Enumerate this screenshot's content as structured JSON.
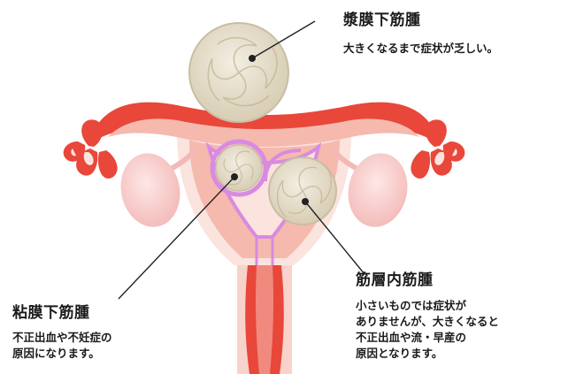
{
  "fibroids": {
    "subserosal": {
      "title": "漿膜下筋腫",
      "desc": [
        "大きくなるまで症状が乏しい。"
      ]
    },
    "submucosal": {
      "title": "粘膜下筋腫",
      "desc": [
        "不正出血や不妊症の",
        "原因になります。"
      ]
    },
    "intramural": {
      "title": "筋層内筋腫",
      "desc": [
        "小さいものでは症状が",
        "ありませんが、大きくなると",
        "不正出血や流・早産の",
        "原因となります。"
      ]
    }
  },
  "colors": {
    "uterus_red": "#e8473a",
    "uterus_pink": "#f5b9ae",
    "uterus_light": "#fbe3de",
    "fibroid_fill": "#e8e1d0",
    "fibroid_outline": "#c9bea5",
    "highlight_purple": "#d88be0",
    "ovary": "#f8cfcd"
  }
}
